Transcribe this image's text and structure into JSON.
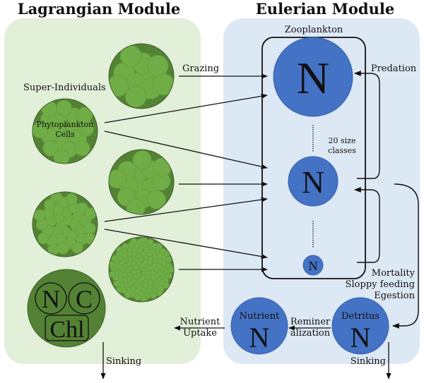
{
  "modules": {
    "lagrangian": {
      "title": "Lagrangian Module",
      "bg_color": "#e2efd9"
    },
    "eulerian": {
      "title": "Eulerian Module",
      "bg_color": "#dde8f5"
    }
  },
  "colors": {
    "cell_dark": "#548235",
    "cell_light": "#70ad47",
    "pool_blue": "#4472c4",
    "line": "#111111"
  },
  "lagrangian": {
    "super_individuals_label": "Super-Individuals",
    "phyto_cells_label_line1": "Phytoplankton",
    "phyto_cells_label_line2": "Cells",
    "state_vars": {
      "n": "N",
      "c": "C",
      "chl": "Chl"
    },
    "sinking_label": "Sinking"
  },
  "eulerian": {
    "zooplankton_label": "Zooplankton",
    "zoo_symbol": "N",
    "size_classes_line1": "20 size",
    "size_classes_line2": "classes",
    "nutrient_label": "Nutrient",
    "nutrient_symbol": "N",
    "detritus_label": "Detritus",
    "detritus_symbol": "N",
    "sinking_label": "Sinking"
  },
  "fluxes": {
    "grazing": "Grazing",
    "predation": "Predation",
    "mortality_line1": "Mortality",
    "mortality_line2": "Sloppy feeding",
    "mortality_line3": "Egestion",
    "remin_line1": "Reminer",
    "remin_line2": "alization",
    "uptake_line1": "Nutrient",
    "uptake_line2": "Uptake"
  }
}
